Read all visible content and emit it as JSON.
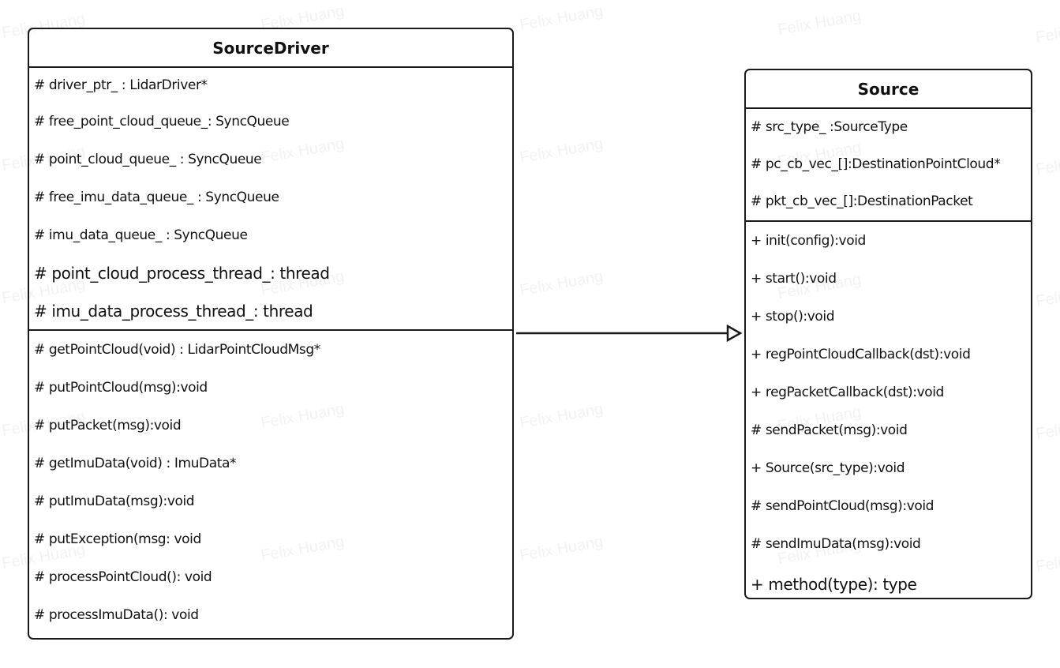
{
  "watermark": {
    "text": "Felix Huang"
  },
  "classes": {
    "source_driver": {
      "name": "SourceDriver",
      "attributes": [
        "# driver_ptr_ : LidarDriver*",
        "# free_point_cloud_queue_: SyncQueue",
        "# point_cloud_queue_ : SyncQueue",
        "# free_imu_data_queue_ : SyncQueue",
        "# imu_data_queue_ : SyncQueue",
        "# point_cloud_process_thread_: thread",
        "# imu_data_process_thread_: thread"
      ],
      "operations": [
        "# getPointCloud(void) : LidarPointCloudMsg*",
        "# putPointCloud(msg):void",
        "# putPacket(msg):void",
        "# getImuData(void) : ImuData*",
        "# putImuData(msg):void",
        "# putException(msg: void",
        "# processPointCloud(): void",
        "# processImuData(): void"
      ]
    },
    "source": {
      "name": "Source",
      "attributes": [
        "# src_type_ :SourceType",
        "# pc_cb_vec_[]:DestinationPointCloud*",
        "# pkt_cb_vec_[]:DestinationPacket"
      ],
      "operations": [
        "+ init(config):void",
        "+ start():void",
        "+ stop():void",
        "+ regPointCloudCallback(dst):void",
        "+ regPacketCallback(dst):void",
        "# sendPacket(msg):void",
        "+ Source(src_type):void",
        "# sendPointCloud(msg):void",
        "# sendImuData(msg):void",
        "+ method(type): type"
      ]
    }
  },
  "relationship": {
    "type": "generalization",
    "from": "SourceDriver",
    "to": "Source"
  },
  "colors": {
    "line": "#1a1a1a",
    "background": "#ffffff"
  }
}
